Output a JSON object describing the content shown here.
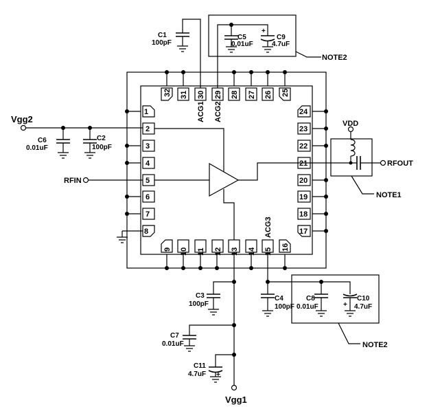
{
  "nets": {
    "vgg2": "Vgg2",
    "vgg1": "Vgg1",
    "rfin": "RFIN",
    "rfout": "RFOUT",
    "vdd": "VDD"
  },
  "chip": {
    "pins_left": [
      "1",
      "2",
      "3",
      "4",
      "5",
      "6",
      "7",
      "8"
    ],
    "pins_bottom": [
      "9",
      "10",
      "11",
      "12",
      "13",
      "14",
      "15",
      "16"
    ],
    "pins_right": [
      "17",
      "18",
      "19",
      "20",
      "21",
      "22",
      "23",
      "24"
    ],
    "pins_top": [
      "25",
      "26",
      "27",
      "28",
      "29",
      "30",
      "31",
      "32"
    ],
    "acg1": "ACG1",
    "acg2": "ACG2",
    "acg3": "ACG3"
  },
  "components": {
    "c1": {
      "name": "C1",
      "value": "100pF"
    },
    "c2": {
      "name": "C2",
      "value": "100pF"
    },
    "c3": {
      "name": "C3",
      "value": "100pF"
    },
    "c4": {
      "name": "C4",
      "value": "100pF"
    },
    "c5": {
      "name": "C5",
      "value": "0.01uF"
    },
    "c6": {
      "name": "C6",
      "value": "0.01uF"
    },
    "c7": {
      "name": "C7",
      "value": "0.01uF"
    },
    "c8": {
      "name": "C8",
      "value": "0.01uF"
    },
    "c9": {
      "name": "C9",
      "value": "4.7uF"
    },
    "c10": {
      "name": "C10",
      "value": "4.7uF"
    },
    "c11": {
      "name": "C11",
      "value": "4.7uF"
    },
    "plus": "+"
  },
  "notes": {
    "note1": "NOTE1",
    "note2_top": "NOTE2",
    "note2_bottom": "NOTE2"
  }
}
